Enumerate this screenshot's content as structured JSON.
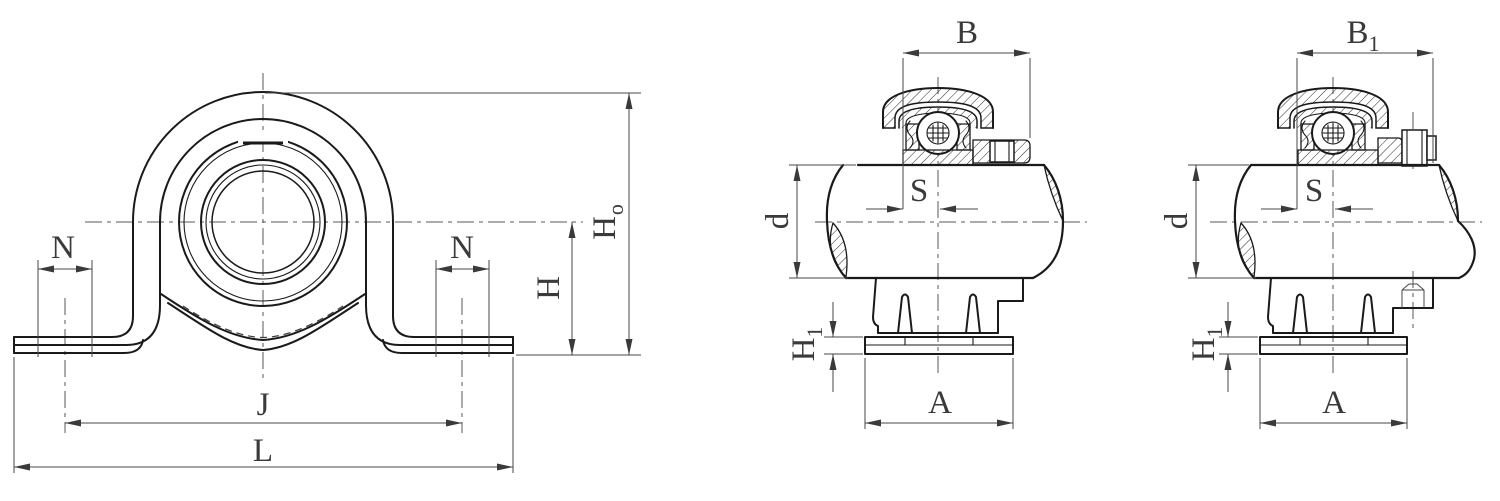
{
  "drawing": {
    "kind": "technical dimensional drawing",
    "subject": "stamped steel pillow block bearing unit",
    "views": [
      {
        "id": "front",
        "name": "front-view"
      },
      {
        "id": "side1",
        "name": "side-section-view-B"
      },
      {
        "id": "side2",
        "name": "side-section-view-B1"
      }
    ]
  },
  "labels": {
    "front": {
      "n_left": "N",
      "n_right": "N",
      "j": "J",
      "l": "L",
      "h": "H",
      "ho_base": "H",
      "ho_sub": "o"
    },
    "side1": {
      "b": "B",
      "s": "S",
      "d": "d",
      "h1_base": "H",
      "h1_sub": "1",
      "a": "A"
    },
    "side2": {
      "b1_base": "B",
      "b1_sub": "1",
      "s": "S",
      "d": "d",
      "h1_base": "H",
      "h1_sub": "1",
      "a": "A"
    }
  },
  "colors": {
    "background": "#ffffff",
    "outline": "#1a1a1a",
    "dimension_lines": "#474747",
    "centerlines": "#5a5a5a",
    "label_text": "#3a3a3a"
  }
}
